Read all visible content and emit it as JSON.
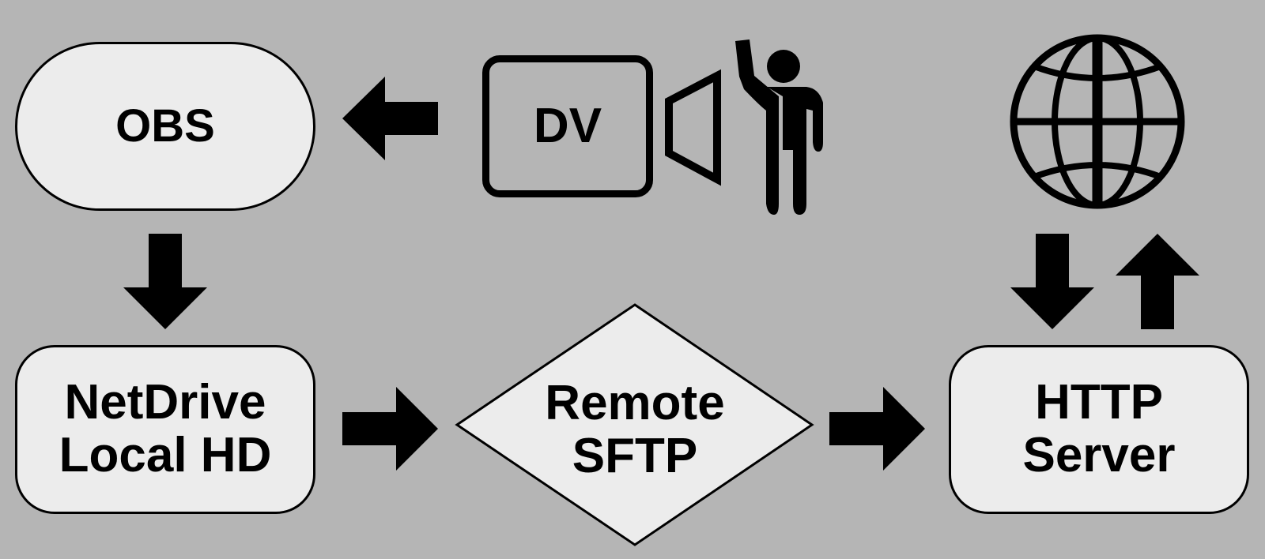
{
  "diagram": {
    "background": "#b5b5b5",
    "node_fill": "#ececec",
    "stroke": "#000000",
    "nodes": {
      "obs": {
        "label": "OBS"
      },
      "dv": {
        "label": "DV"
      },
      "netdrive": {
        "line1": "NetDrive",
        "line2": "Local HD"
      },
      "sftp": {
        "line1": "Remote",
        "line2": "SFTP"
      },
      "http": {
        "line1": "HTTP",
        "line2": "Server"
      }
    },
    "icons": [
      "camera-lens-icon",
      "person-icon",
      "globe-icon"
    ],
    "arrows": [
      {
        "from": "dv",
        "to": "obs",
        "direction": "left"
      },
      {
        "from": "obs",
        "to": "netdrive",
        "direction": "down"
      },
      {
        "from": "netdrive",
        "to": "sftp",
        "direction": "right"
      },
      {
        "from": "sftp",
        "to": "http",
        "direction": "right"
      },
      {
        "from": "globe",
        "to": "http",
        "direction": "down"
      },
      {
        "from": "http",
        "to": "globe",
        "direction": "up"
      }
    ]
  }
}
